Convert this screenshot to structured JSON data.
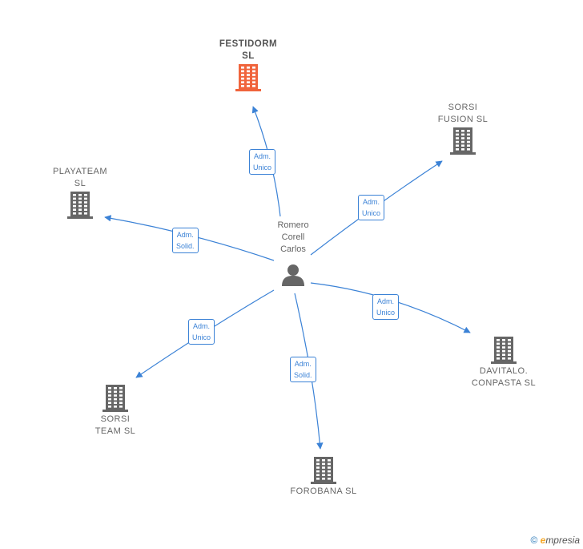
{
  "person": {
    "label": "Romero\nCorell\nCarlos"
  },
  "companies": [
    {
      "id": "festidorm",
      "label": "FESTIDORM\nSL",
      "highlight": true
    },
    {
      "id": "sorsi-fusion",
      "label": "SORSI\nFUSION  SL",
      "highlight": false
    },
    {
      "id": "playateam",
      "label": "PLAYATEAM\nSL",
      "highlight": false
    },
    {
      "id": "davitalo",
      "label": "DAVITALO.\nCONPASTA  SL",
      "highlight": false
    },
    {
      "id": "sorsi-team",
      "label": "SORSI\nTEAM  SL",
      "highlight": false
    },
    {
      "id": "forobana",
      "label": "FOROBANA  SL",
      "highlight": false
    }
  ],
  "relations": [
    {
      "target": "festidorm",
      "label": "Adm.\nUnico"
    },
    {
      "target": "sorsi-fusion",
      "label": "Adm.\nUnico"
    },
    {
      "target": "playateam",
      "label": "Adm.\nSolid."
    },
    {
      "target": "davitalo",
      "label": "Adm.\nUnico"
    },
    {
      "target": "sorsi-team",
      "label": "Adm.\nUnico"
    },
    {
      "target": "forobana",
      "label": "Adm.\nSolid."
    }
  ],
  "colors": {
    "edge": "#3b82d6",
    "building": "#666666",
    "building_highlight": "#f0643c",
    "person": "#666666"
  },
  "icons": {
    "company": "building-icon",
    "person": "person-icon"
  },
  "footer": {
    "copyright": "©",
    "brand_first": "e",
    "brand_rest": "mpresia"
  }
}
